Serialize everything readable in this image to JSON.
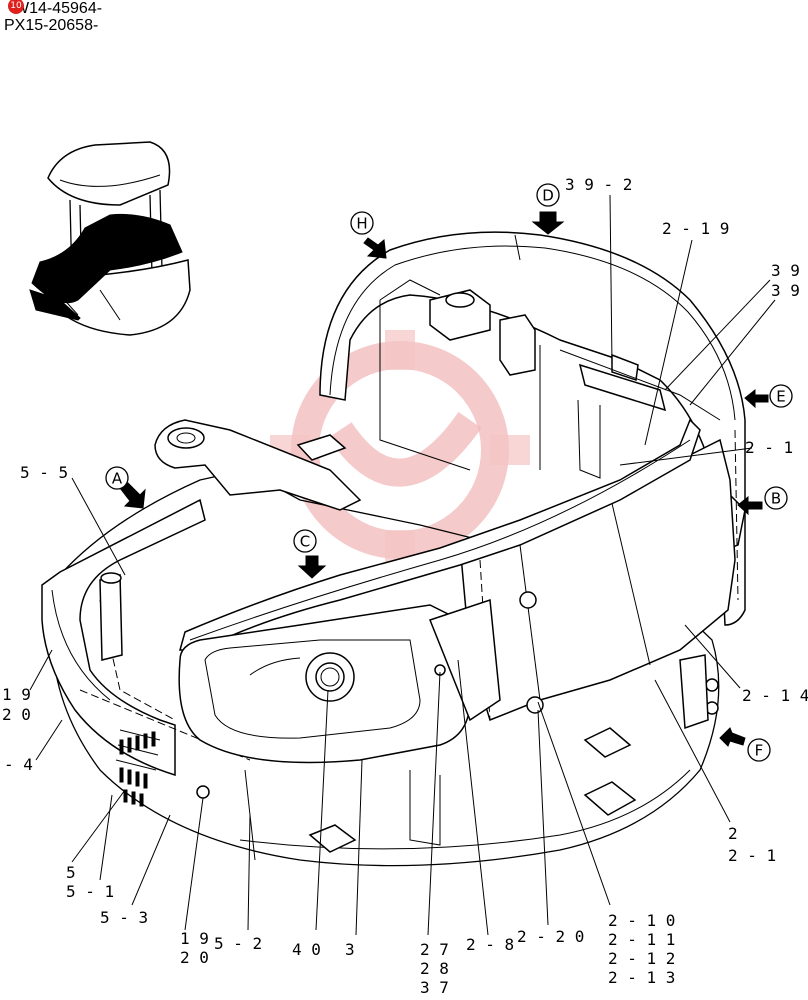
{
  "header": {
    "badge": "10",
    "serial_1": "W14-45964-",
    "serial_2": "PX15-20658-"
  },
  "view_markers": [
    "H",
    "D",
    "E",
    "B",
    "A",
    "C",
    "F"
  ],
  "part_labels": {
    "l_39_2": "3 9 - 2",
    "l_2_19": "2 - 1 9",
    "l_39a": "3 9",
    "l_39b": "3 9",
    "l_2_1x": "2 - 1",
    "l_5_5": "5 - 5",
    "l_19_left": "1 9",
    "l_20_left": "2 0",
    "l_4": "- 4",
    "l_2_14": "2 - 1 4",
    "l_2": "2",
    "l_2_1": "2 - 1",
    "l_5": "5",
    "l_5_1": "5 - 1",
    "l_5_3": "5 - 3",
    "l_19_b": "1 9",
    "l_20_b": "2 0",
    "l_5_2": "5 - 2",
    "l_40": "4 0",
    "l_3": "3",
    "l_27": "2 7",
    "l_28": "2 8",
    "l_37": "3 7",
    "l_2_8": "2 - 8",
    "l_2_20": "2 - 2 0",
    "l_2_10": "2 - 1 0",
    "l_2_11": "2 - 1 1",
    "l_2_12": "2 - 1 2",
    "l_2_13": "2 - 1 3"
  }
}
